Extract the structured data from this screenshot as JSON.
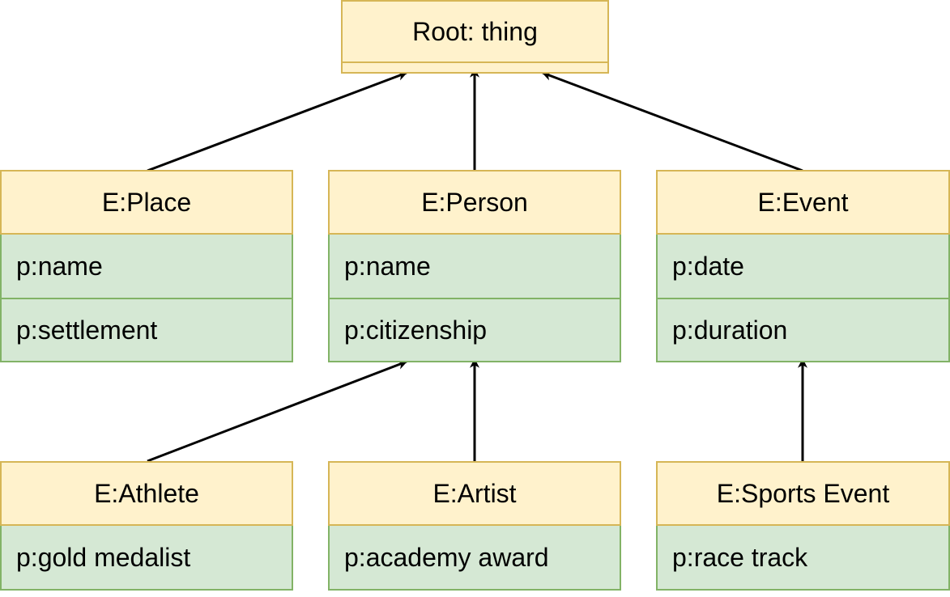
{
  "root": {
    "title": "Root: thing"
  },
  "entities": {
    "place": {
      "title": "E:Place",
      "props": [
        "p:name",
        "p:settlement"
      ]
    },
    "person": {
      "title": "E:Person",
      "props": [
        "p:name",
        "p:citizenship"
      ]
    },
    "event": {
      "title": "E:Event",
      "props": [
        "p:date",
        "p:duration"
      ]
    },
    "athlete": {
      "title": "E:Athlete",
      "props": [
        "p:gold medalist"
      ]
    },
    "artist": {
      "title": "E:Artist",
      "props": [
        "p:academy award"
      ]
    },
    "sports_event": {
      "title": "E:Sports Event",
      "props": [
        "p:race track"
      ]
    }
  },
  "colors": {
    "entity_fill": "#fff2cc",
    "entity_stroke": "#d6b656",
    "property_fill": "#d5e8d4",
    "property_stroke": "#82b366",
    "edge": "#000000"
  }
}
